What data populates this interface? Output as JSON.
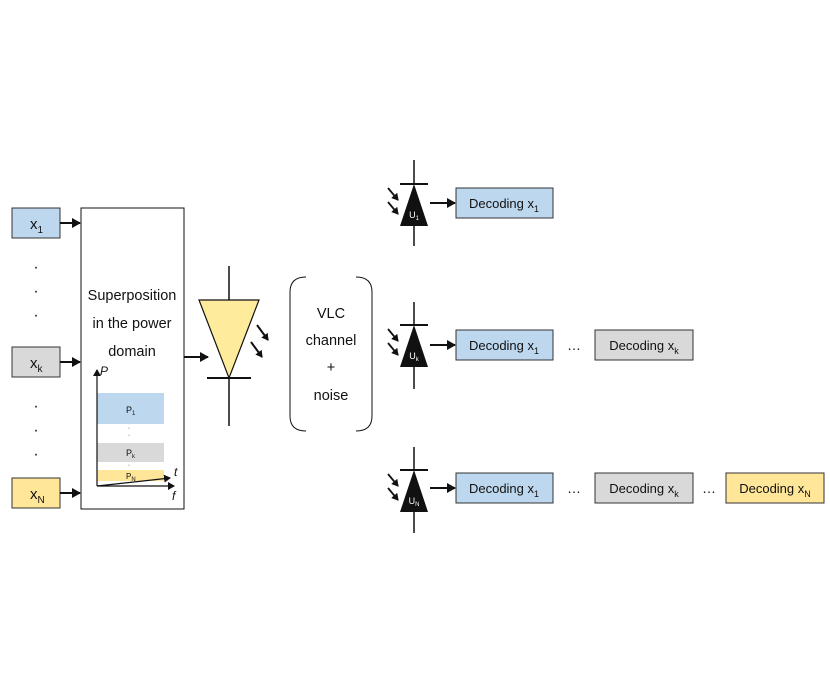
{
  "inputs": [
    {
      "base": "x",
      "sub": "1",
      "color": "#bdd7ee"
    },
    {
      "base": "x",
      "sub": "k",
      "color": "#d9d9d9"
    },
    {
      "base": "x",
      "sub": "N",
      "color": "#ffe699"
    }
  ],
  "input_dots": "·",
  "superposition": {
    "lines": [
      "Superposition",
      "in the power",
      "domain"
    ]
  },
  "power_plot": {
    "y_axis": "P",
    "t_axis": "t",
    "f_axis": "f",
    "bands": [
      {
        "base": "P",
        "sub": "1",
        "color": "#bdd7ee"
      },
      {
        "base": "P",
        "sub": "k",
        "color": "#d9d9d9"
      },
      {
        "base": "P",
        "sub": "N",
        "color": "#ffe699"
      }
    ]
  },
  "led": {
    "color": "#ffeb9c"
  },
  "channel": {
    "lines": [
      "VLC",
      "channel",
      "+",
      "noise"
    ]
  },
  "users": [
    {
      "base": "U",
      "sub": "1",
      "decoders": [
        {
          "text": "Decoding x",
          "sub": "1",
          "color": "#bdd7ee"
        }
      ]
    },
    {
      "base": "U",
      "sub": "k",
      "decoders": [
        {
          "text": "Decoding x",
          "sub": "1",
          "color": "#bdd7ee"
        },
        {
          "text": "Decoding x",
          "sub": "k",
          "color": "#d9d9d9"
        }
      ]
    },
    {
      "base": "U",
      "sub": "N",
      "decoders": [
        {
          "text": "Decoding x",
          "sub": "1",
          "color": "#bdd7ee"
        },
        {
          "text": "Decoding x",
          "sub": "k",
          "color": "#d9d9d9"
        },
        {
          "text": "Decoding x",
          "sub": "N",
          "color": "#ffe699"
        }
      ]
    }
  ],
  "ellipsis": "…"
}
